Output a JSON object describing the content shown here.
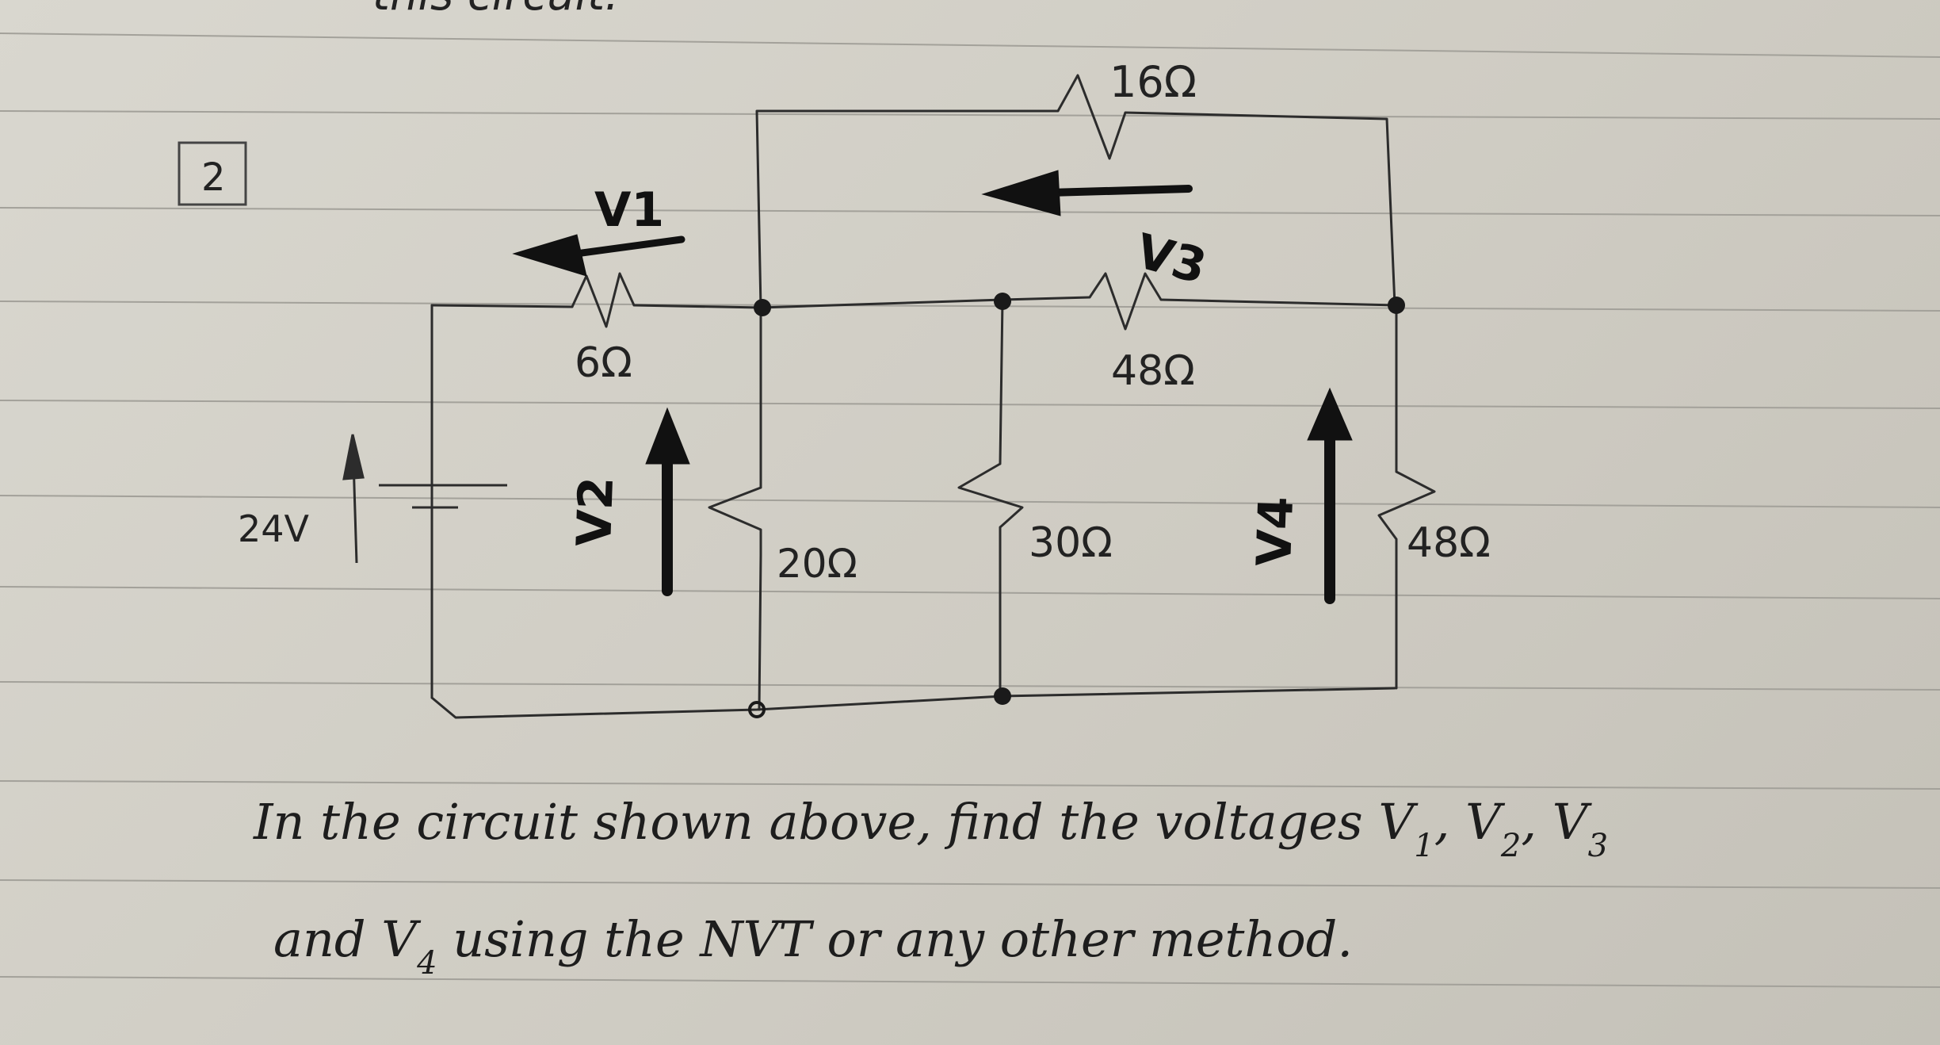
{
  "top_scrawl": "this circuit.",
  "problem_number": "2",
  "labels": {
    "r_top": "16Ω",
    "r_6": "6Ω",
    "r_48_mid": "48Ω",
    "r_20": "20Ω",
    "r_30": "30Ω",
    "r_48_right": "48Ω",
    "source": "24V"
  },
  "voltage_labels": {
    "v1": "V1",
    "v2": "V2",
    "v3": "V3",
    "v4": "V4"
  },
  "question": {
    "line1_a": "In the circuit shown above, find the voltages V",
    "sub1": "1",
    "sep1": ", V",
    "sub2": "2",
    "sep2": ", V",
    "sub3": "3",
    "line2_a": "and V",
    "sub4": "4",
    "line2_b": " using the NVT or any other method."
  },
  "colors": {
    "ink": "#1a1a1a",
    "pencil": "#3a3a3a",
    "rule_line": "#9a9a9a",
    "paper": "#d4d2ca"
  }
}
